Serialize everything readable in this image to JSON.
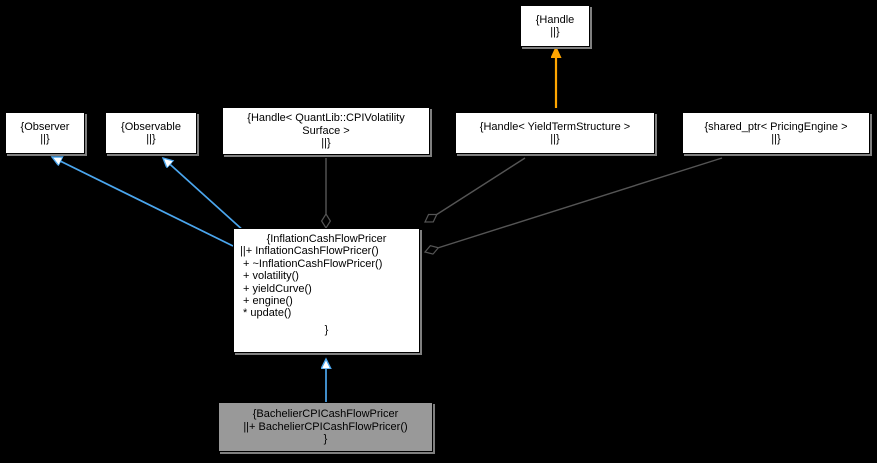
{
  "diagram": {
    "type": "uml-collaboration-diagram",
    "background": "#000000",
    "node_fill": "#ffffff",
    "node_fill_highlight": "#999999",
    "node_border": "#000000",
    "shadow_color": "#808080",
    "inheritance_color": "#4ba6ee",
    "instantiation_color": "#ffa500",
    "aggregation_color": "#555555"
  },
  "nodes": {
    "observer": {
      "lines": [
        "{Observer",
        "||}"
      ]
    },
    "observable": {
      "lines": [
        "{Observable",
        "||}"
      ]
    },
    "cpivol": {
      "lines": [
        "{Handle< QuantLib::CPIVolatility",
        "Surface >",
        "||}"
      ]
    },
    "handle": {
      "lines": [
        "{Handle",
        "||}"
      ]
    },
    "yieldts": {
      "lines": [
        "{Handle< YieldTermStructure >",
        "||}"
      ]
    },
    "pricingengine": {
      "lines": [
        "{shared_ptr< PricingEngine >",
        "||}"
      ]
    },
    "inflation": {
      "lines": [
        "{InflationCashFlowPricer",
        "||+ InflationCashFlowPricer()",
        "+ ~InflationCashFlowPricer()",
        "+ volatility()",
        "+ yieldCurve()",
        "+ engine()",
        "* update()",
        "}"
      ]
    },
    "bachelier": {
      "lines": [
        "{BachelierCPICashFlowPricer",
        "||+ BachelierCPICashFlowPricer()",
        "}"
      ]
    }
  }
}
